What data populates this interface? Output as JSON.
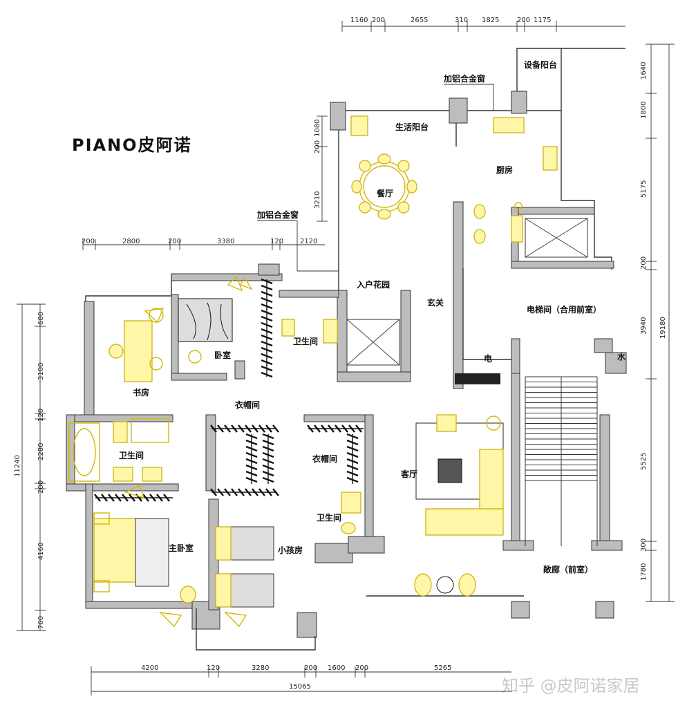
{
  "brand": "PIANO皮阿诺",
  "watermark": "知乎 @皮阿诺家居",
  "rooms": {
    "equipment_balcony": "设备阳台",
    "alu_window_top": "加铝合金窗",
    "living_balcony": "生活阳台",
    "dining": "餐厅",
    "kitchen": "厨房",
    "alu_window_mid": "加铝合金窗",
    "entry_garden": "入户花园",
    "foyer": "玄关",
    "elevator_hall": "电梯间（合用前室）",
    "electric": "电",
    "water": "水",
    "bedroom": "卧室",
    "bathroom_a": "卫生间",
    "study": "书房",
    "cloakroom": "衣帽间",
    "bathroom_b": "卫生间",
    "cloakroom_b": "衣帽间",
    "living": "客厅",
    "bathroom_c": "卫生间",
    "master": "主卧室",
    "kids": "小孩房",
    "corridor": "敞廊（前室）"
  },
  "dims": {
    "top": [
      "1160",
      "200",
      "2655",
      "310",
      "1825",
      "200",
      "1175"
    ],
    "mid": [
      "200",
      "2800",
      "200",
      "3380",
      "120",
      "2120"
    ],
    "bottom": [
      "4200",
      "120",
      "3280",
      "200",
      "1600",
      "200",
      "5265"
    ],
    "bottom_total": "15065",
    "right": [
      "1640",
      "1800",
      "5175",
      "200",
      "3940",
      "5525",
      "300",
      "1780"
    ],
    "right_total": "19180",
    "left": [
      "680",
      "3100",
      "120",
      "2280",
      "200",
      "4160",
      "700"
    ],
    "left_total": "11240",
    "dining_v": [
      "1080",
      "200",
      "3210"
    ]
  }
}
